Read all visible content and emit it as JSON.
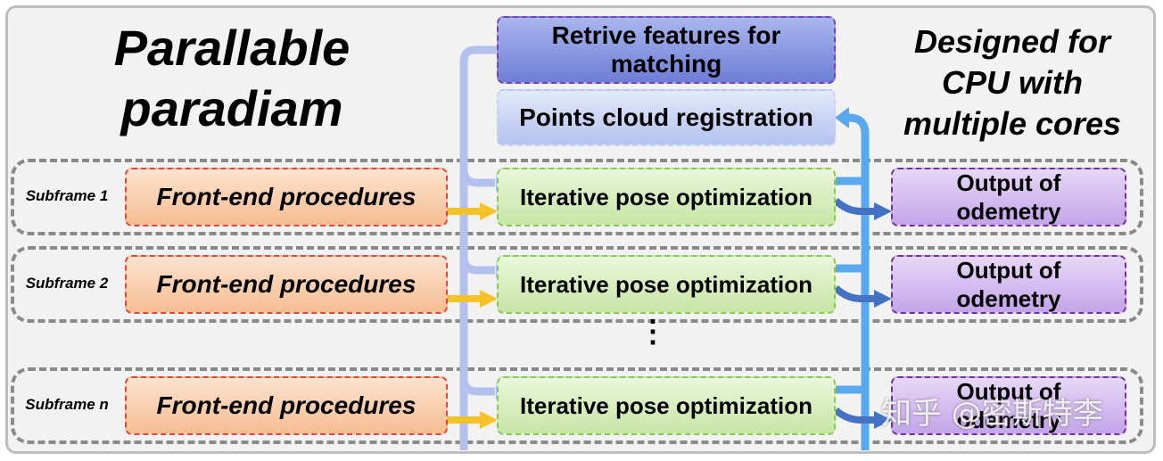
{
  "title_left": {
    "line1": "Parallable",
    "line2": "paradiam"
  },
  "title_right": {
    "line1": "Designed for",
    "line2": "CPU with",
    "line3": "multiple cores"
  },
  "top_boxes": {
    "retrive_line1": "Retrive features for",
    "retrive_line2": "matching",
    "registration": "Points cloud registration"
  },
  "rows": [
    {
      "label": "Subframe 1",
      "front": "Front-end procedures",
      "iter": "Iterative pose optimization",
      "out_line1": "Output of",
      "out_line2": "odemetry"
    },
    {
      "label": "Subframe 2",
      "front": "Front-end procedures",
      "iter": "Iterative pose optimization",
      "out_line1": "Output of",
      "out_line2": "odemetry"
    },
    {
      "label": "Subframe n",
      "front": "Front-end procedures",
      "iter": "Iterative pose optimization",
      "out_line1": "Output of",
      "out_line2": "odemetry"
    }
  ],
  "ellipsis": "⋮",
  "watermark": "知乎 @密斯特李",
  "colors": {
    "front_border": "#e2463a",
    "iter_border": "#86c955",
    "out_border": "#7030a0",
    "yellow_arrow": "#f5c22a",
    "blue_arrow": "#4472c4",
    "light_blue_line": "#5aa9f0",
    "lavender_line": "#b4c1ee"
  }
}
